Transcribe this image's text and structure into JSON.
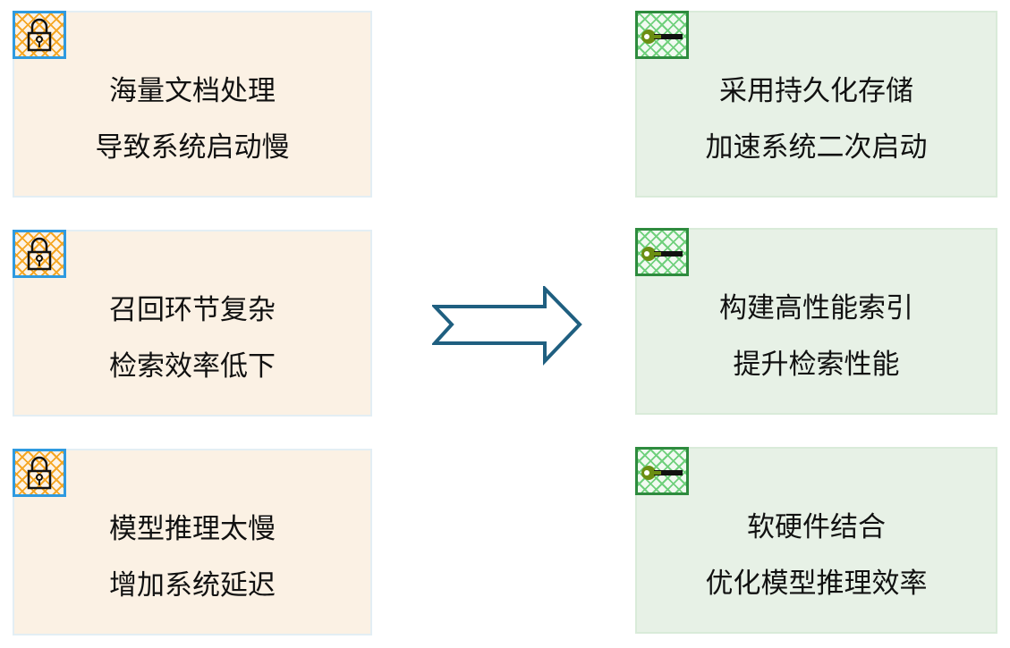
{
  "problems": [
    {
      "line1": "海量文档处理",
      "line2": "导致系统启动慢"
    },
    {
      "line1": "召回环节复杂",
      "line2": "检索效率低下"
    },
    {
      "line1": "模型推理太慢",
      "line2": "增加系统延迟"
    }
  ],
  "solutions": [
    {
      "line1": "采用持久化存储",
      "line2": "加速系统二次启动"
    },
    {
      "line1": "构建高性能索引",
      "line2": "提升检索性能"
    },
    {
      "line1": "软硬件结合",
      "line2": "优化模型推理效率"
    }
  ],
  "colors": {
    "problem_bg": "#fbf1e4",
    "solution_bg": "#e7f1e6",
    "arrow": "#1f5f80"
  }
}
